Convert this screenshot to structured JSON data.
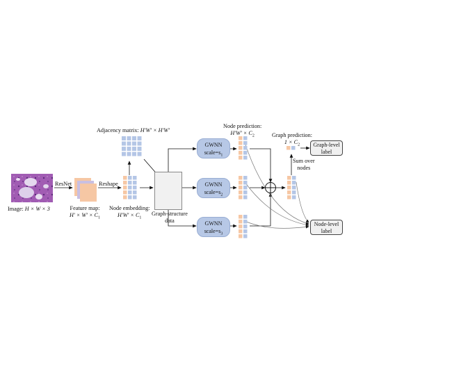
{
  "labels": {
    "image": "Image:",
    "image_dims": "H × W × 3",
    "resnet": "ResNet",
    "feature_map": "Feature map:",
    "feature_map_dims": "H′ × W′ × C",
    "feature_map_sub": "1",
    "reshape": "Reshape",
    "node_embedding": "Node embedding:",
    "node_embedding_dims": "H′W′ × C",
    "node_embedding_sub": "1",
    "adjacency": "Adjacency matrix:",
    "adjacency_dims": "H′W′ × H′W′",
    "graph_structure_1": "Graph-structure",
    "graph_structure_2": "data",
    "node_prediction": "Node prediction:",
    "node_prediction_dims": "H′W′ × C",
    "node_prediction_sub": "2",
    "graph_prediction": "Graph prediction:",
    "graph_prediction_dims": "1 × C",
    "graph_prediction_sub": "2",
    "sum_over_1": "Sum over",
    "sum_over_2": "nodes"
  },
  "gwnn_blocks": [
    {
      "title": "GWNN",
      "scale": "scale=s",
      "sub": "1"
    },
    {
      "title": "GWNN",
      "scale": "scale=s",
      "sub": "2"
    },
    {
      "title": "GWNN",
      "scale": "scale=s",
      "sub": "3"
    }
  ],
  "outputs": {
    "graph_level_1": "Graph-level",
    "graph_level_2": "label",
    "node_level_1": "Node-level",
    "node_level_2": "label"
  },
  "colors": {
    "orange": "#f6c7a4",
    "blue": "#b4c6e6",
    "gwnn": "#b7c8e6",
    "histology": "#a45ab3"
  }
}
